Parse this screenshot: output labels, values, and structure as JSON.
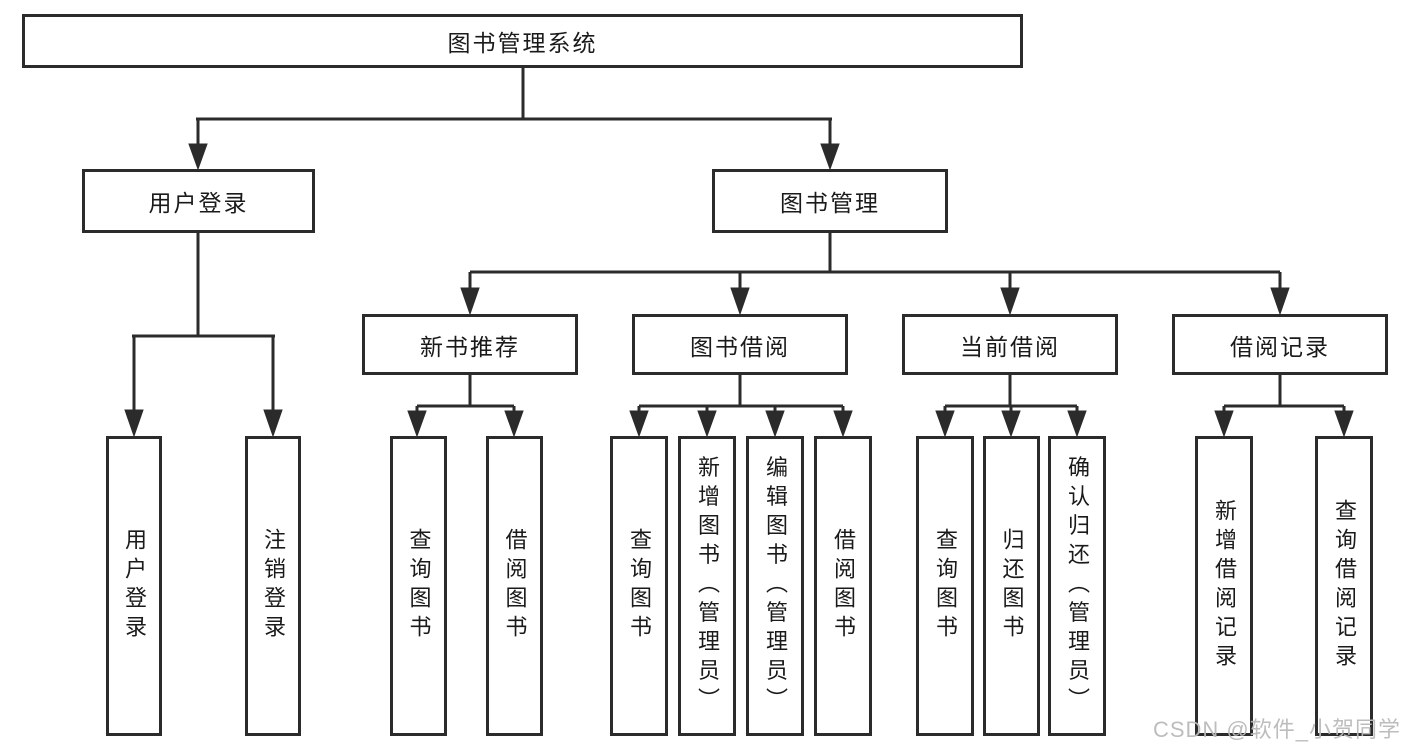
{
  "diagram_title": "图书管理系统",
  "nodes": {
    "root": {
      "label": "图书管理系统"
    },
    "user_login": {
      "label": "用户登录"
    },
    "book_mgmt": {
      "label": "图书管理"
    },
    "new_book_rec": {
      "label": "新书推荐"
    },
    "book_borrow": {
      "label": "图书借阅"
    },
    "current_borrow": {
      "label": "当前借阅"
    },
    "borrow_record": {
      "label": "借阅记录"
    },
    "leaf_user_login": {
      "label": "用户登录"
    },
    "leaf_logout": {
      "label": "注销登录"
    },
    "leaf_rec_query_book": {
      "label": "查询图书"
    },
    "leaf_rec_borrow_book": {
      "label": "借阅图书"
    },
    "leaf_bor_query_book": {
      "label": "查询图书"
    },
    "leaf_bor_add_book": {
      "label": "新增图书（管理员）"
    },
    "leaf_bor_edit_book": {
      "label": "编辑图书（管理员）"
    },
    "leaf_bor_borrow_book": {
      "label": "借阅图书"
    },
    "leaf_cur_query_book": {
      "label": "查询图书"
    },
    "leaf_cur_return_book": {
      "label": "归还图书"
    },
    "leaf_cur_confirm_return": {
      "label": "确认归还（管理员）"
    },
    "leaf_log_add_record": {
      "label": "新增借阅记录"
    },
    "leaf_log_query_record": {
      "label": "查询借阅记录"
    }
  },
  "hierarchy": {
    "图书管理系统": {
      "用户登录": [
        "用户登录",
        "注销登录"
      ],
      "图书管理": {
        "新书推荐": [
          "查询图书",
          "借阅图书"
        ],
        "图书借阅": [
          "查询图书",
          "新增图书（管理员）",
          "编辑图书（管理员）",
          "借阅图书"
        ],
        "当前借阅": [
          "查询图书",
          "归还图书",
          "确认归还（管理员）"
        ],
        "借阅记录": [
          "新增借阅记录",
          "查询借阅记录"
        ]
      }
    }
  },
  "watermark": {
    "text": "CSDN @软件_小贺同学",
    "color": "#b9b9b9"
  },
  "colors": {
    "line": "#2b2b2b",
    "box_border": "#2b2b2b",
    "text": "#1a1a1a",
    "background": "#ffffff"
  }
}
